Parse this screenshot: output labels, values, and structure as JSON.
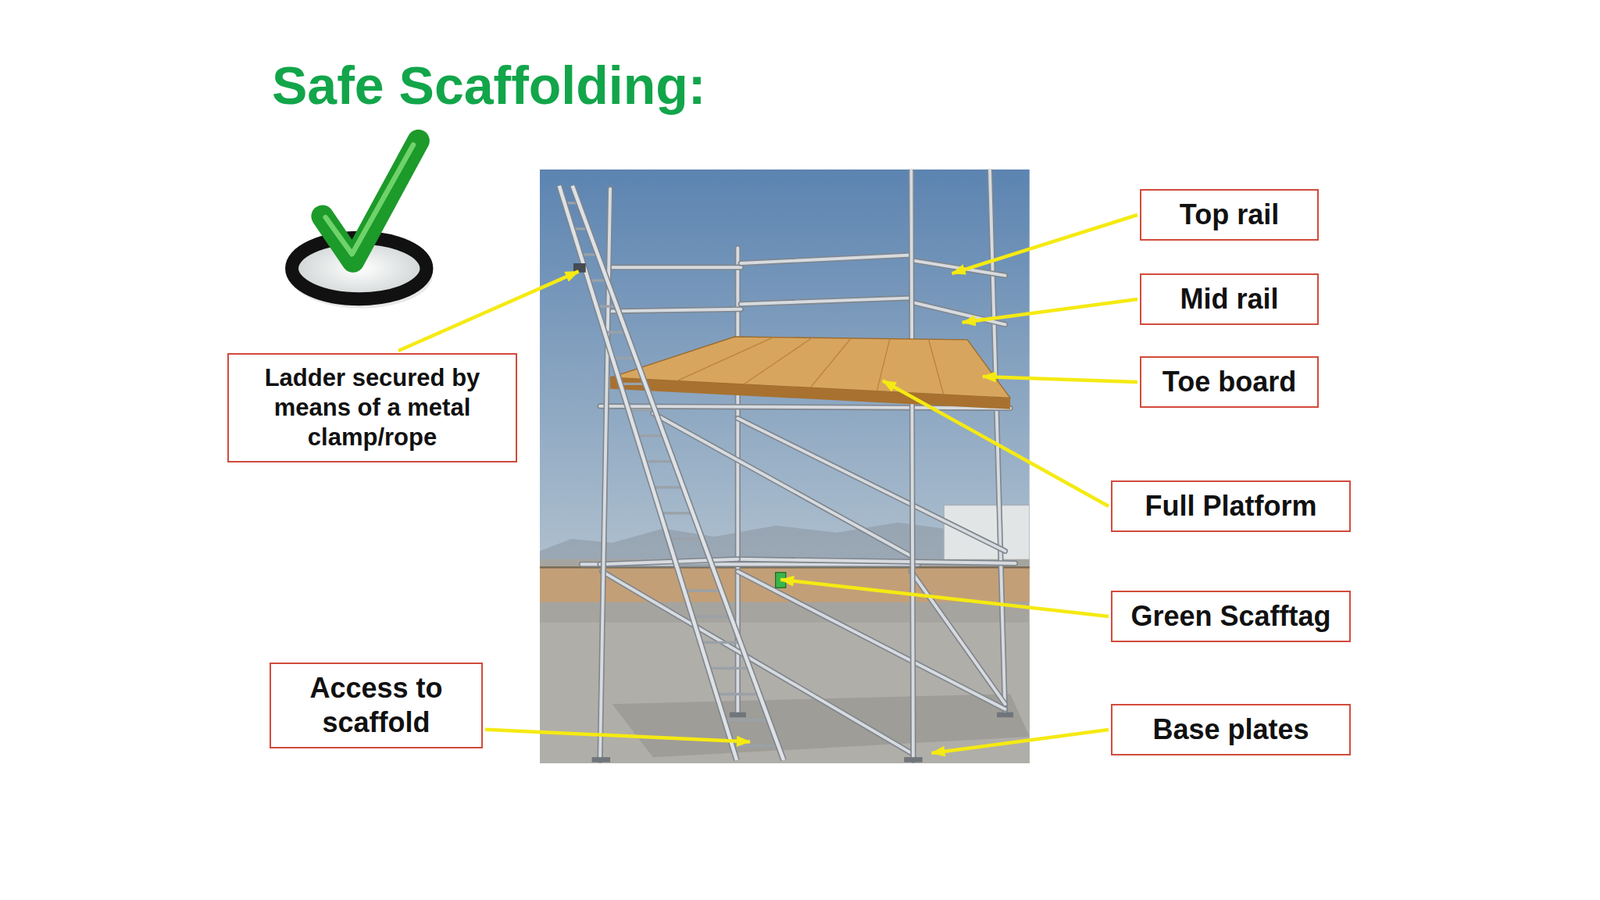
{
  "diagram": {
    "title": "Safe Scaffolding:",
    "nodes": [
      {
        "text": [
          "Top rail"
        ]
      },
      {
        "text": [
          "Mid rail"
        ]
      },
      {
        "text": [
          "Ladder secured by means of a metal clamp/rope"
        ]
      },
      {
        "text": [
          "Toe board"
        ]
      },
      {
        "text": [
          "Full Platform"
        ]
      },
      {
        "text": [
          "Green Scafftag"
        ]
      },
      {
        "text": [
          "Access to scaffold"
        ]
      },
      {
        "text": [
          "Base plates"
        ]
      }
    ]
  }
}
